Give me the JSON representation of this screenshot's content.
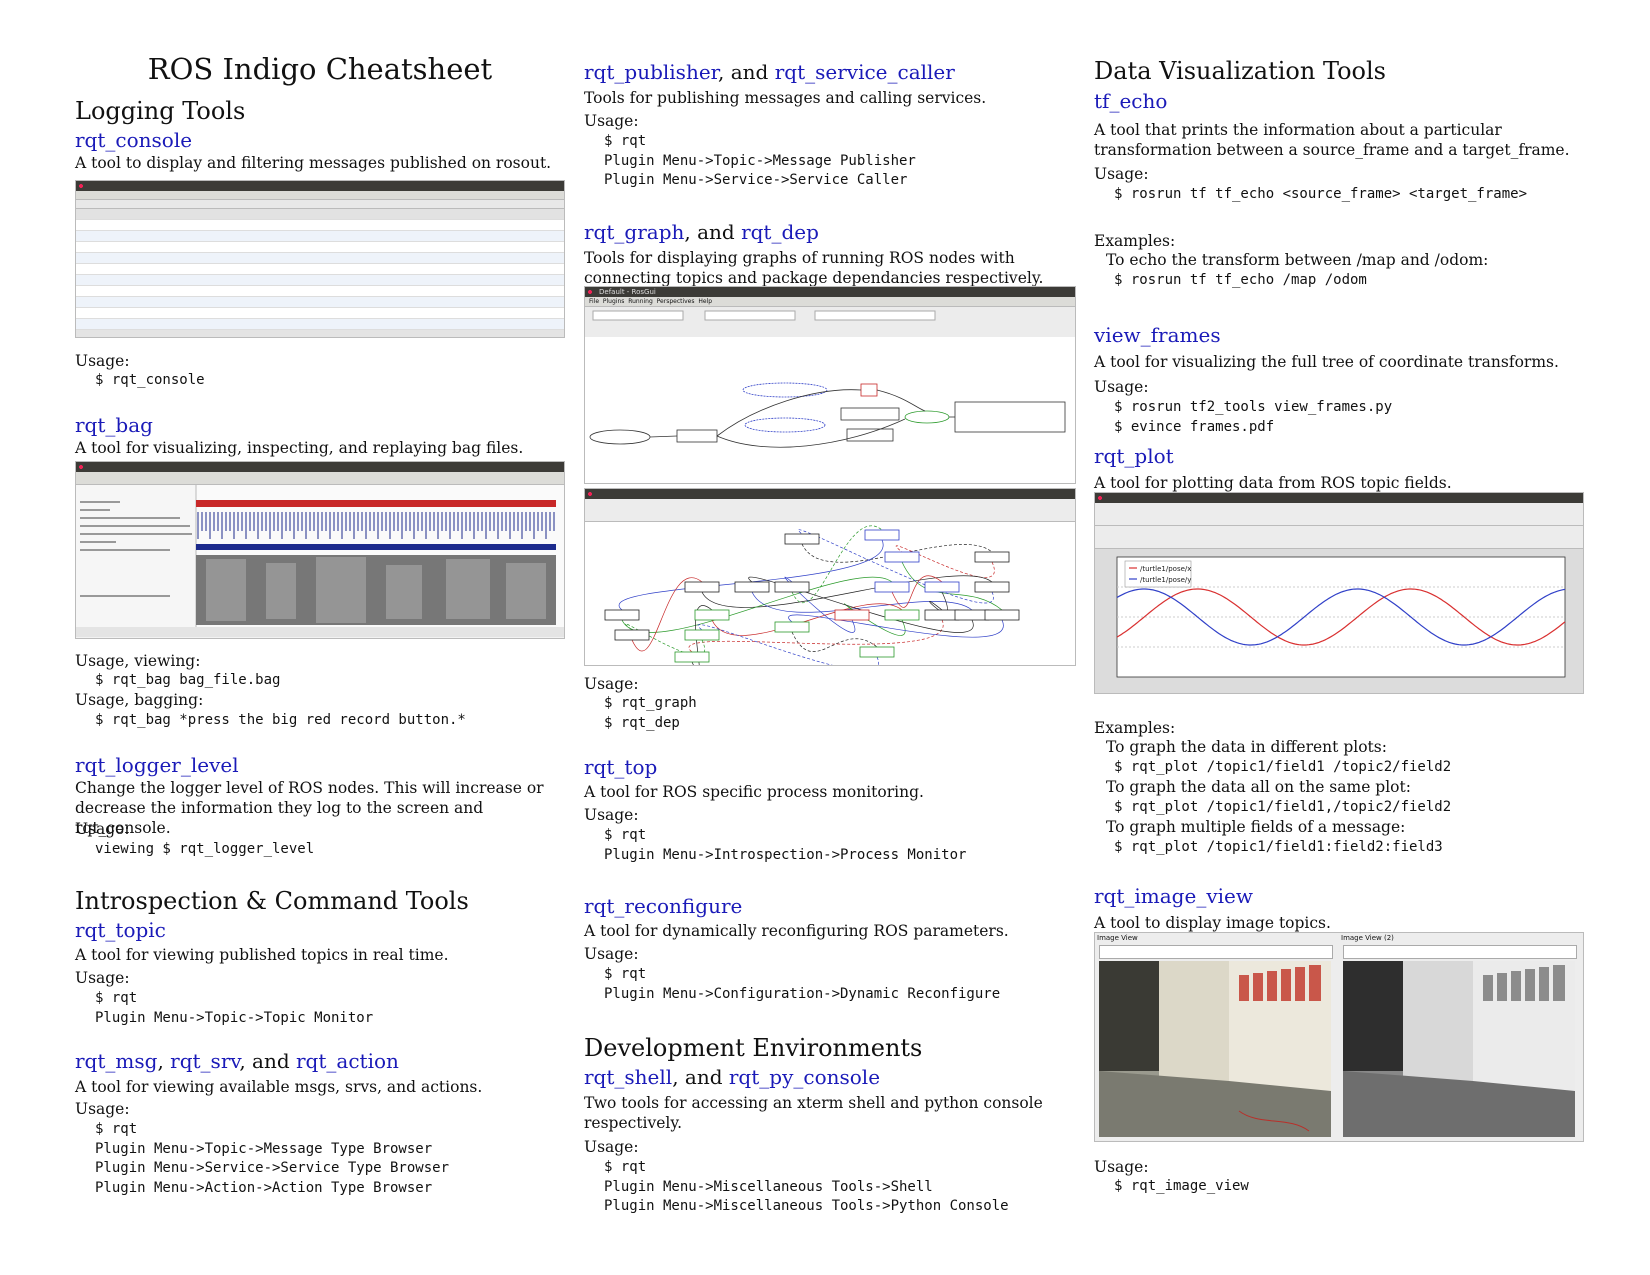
{
  "title": "ROS Indigo Cheatsheet",
  "sections": {
    "logging": "Logging Tools",
    "introspection": "Introspection & Command Tools",
    "development": "Development Environments",
    "dataviz": "Data Visualization Tools"
  },
  "rqt_console": {
    "name": "rqt_console",
    "desc": "A tool to display and filtering messages published on rosout.",
    "usage_label": "Usage:",
    "code": "$ rqt_console"
  },
  "rqt_bag": {
    "name": "rqt_bag",
    "desc": "A tool for visualizing, inspecting, and replaying bag files.",
    "usage_view_label": "Usage, viewing:",
    "code_view": "$ rqt_bag bag_file.bag",
    "usage_bag_label": "Usage, bagging:",
    "code_bag": "$ rqt_bag *press the big red record button.*"
  },
  "rqt_logger_level": {
    "name": "rqt_logger_level",
    "desc": "Change the logger level of ROS nodes. This will increase or decrease the information they log to the screen and rqt_console.",
    "usage_label": "Usage:",
    "code": "viewing $ rqt_logger_level"
  },
  "rqt_topic": {
    "name": "rqt_topic",
    "desc": "A tool for viewing published topics in real time.",
    "usage_label": "Usage:",
    "code": "$ rqt\nPlugin Menu->Topic->Topic Monitor"
  },
  "rqt_msg": {
    "name1": "rqt_msg",
    "sep1": ", ",
    "name2": "rqt_srv",
    "sep2": ", and ",
    "name3": "rqt_action",
    "desc": "A tool for viewing available msgs, srvs, and actions.",
    "usage_label": "Usage:",
    "code": "$ rqt\nPlugin Menu->Topic->Message Type Browser\nPlugin Menu->Service->Service Type Browser\nPlugin Menu->Action->Action Type Browser"
  },
  "rqt_publisher": {
    "name1": "rqt_publisher",
    "sep": ", and ",
    "name2": "rqt_service_caller",
    "desc": "Tools for publishing messages and calling services.",
    "usage_label": "Usage:",
    "code": "$ rqt\nPlugin Menu->Topic->Message Publisher\nPlugin Menu->Service->Service Caller"
  },
  "rqt_graph": {
    "name1": "rqt_graph",
    "sep": ", and ",
    "name2": "rqt_dep",
    "desc": "Tools for displaying graphs of running ROS nodes with connecting topics and package dependancies respectively.",
    "usage_label": "Usage:",
    "code": "$ rqt_graph\n$ rqt_dep",
    "window_title": "Default - RosGui",
    "menu": [
      "File",
      "Plugins",
      "Running",
      "Perspectives",
      "Help"
    ]
  },
  "rqt_top": {
    "name": "rqt_top",
    "desc": "A tool for ROS specific process monitoring.",
    "usage_label": "Usage:",
    "code": "$ rqt\nPlugin Menu->Introspection->Process Monitor"
  },
  "rqt_reconfigure": {
    "name": "rqt_reconfigure",
    "desc": "A tool for dynamically reconfiguring ROS parameters.",
    "usage_label": "Usage:",
    "code": "$ rqt\nPlugin Menu->Configuration->Dynamic Reconfigure"
  },
  "rqt_shell": {
    "name1": "rqt_shell",
    "sep": ", and ",
    "name2": "rqt_py_console",
    "desc": "Two tools for accessing an xterm shell and python console respectively.",
    "usage_label": "Usage:",
    "code": "$ rqt\nPlugin Menu->Miscellaneous Tools->Shell\nPlugin Menu->Miscellaneous Tools->Python Console"
  },
  "tf_echo": {
    "name": "tf_echo",
    "desc": "A tool that prints the information about a particular transformation between a source_frame and a target_frame.",
    "usage_label": "Usage:",
    "code": "$ rosrun tf tf_echo <source_frame> <target_frame>",
    "examples_label": "Examples:",
    "example_text": "To echo the transform between /map and /odom:",
    "example_code": "$ rosrun tf tf_echo /map /odom"
  },
  "view_frames": {
    "name": "view_frames",
    "desc": "A tool for visualizing the full tree of coordinate transforms.",
    "usage_label": "Usage:",
    "code": "$ rosrun tf2_tools view_frames.py\n$ evince frames.pdf"
  },
  "rqt_plot": {
    "name": "rqt_plot",
    "desc": "A tool for plotting data from ROS topic fields.",
    "examples_label": "Examples:",
    "ex1_text": "To graph the data in different plots:",
    "ex1_code": "$ rqt_plot /topic1/field1 /topic2/field2",
    "ex2_text": "To graph the data all on the same plot:",
    "ex2_code": "$ rqt_plot /topic1/field1,/topic2/field2",
    "ex3_text": "To graph multiple fields of a message:",
    "ex3_code": "$ rqt_plot /topic1/field1:field2:field3",
    "legend": [
      "/turtle1/pose/x",
      "/turtle1/pose/y"
    ],
    "line_colors": [
      "#d93030",
      "#3040c8"
    ]
  },
  "rqt_image_view": {
    "name": "rqt_image_view",
    "desc": "A tool to display image topics.",
    "usage_label": "Usage:",
    "code": "$ rqt_image_view",
    "panel_titles": [
      "Image View",
      "Image View (2)"
    ]
  },
  "colors": {
    "link": "#1a1ab8",
    "record_red": "#c82828",
    "bag_blue": "#1c2a8c"
  }
}
